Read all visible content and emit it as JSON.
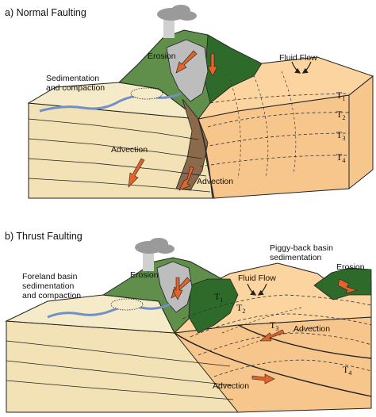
{
  "colors": {
    "sediment": "#f6ebc9",
    "sediment_side": "#f2e2b6",
    "basin": "#fbd4a0",
    "basin_side": "#f7c68d",
    "green_dark": "#2e6b2a",
    "green_mid": "#5f8f4a",
    "rock_gray": "#bdbdbd",
    "brown": "#8a6a4a",
    "river": "#6f90c8",
    "arrow": "#e4632b",
    "cloud": "#9a9a9a",
    "line": "#222222"
  },
  "panel_a": {
    "title": "a)  Normal Faulting",
    "label_erosion": "Erosion",
    "label_fluid_flow": "Fluid Flow",
    "label_sedimentation_1": "Sedimentation",
    "label_sedimentation_2": "and compaction",
    "label_advection_left": "Advection",
    "label_advection_right": "Advection",
    "isotherms": [
      {
        "letter": "T",
        "sub": "1"
      },
      {
        "letter": "T",
        "sub": "2"
      },
      {
        "letter": "T",
        "sub": "3"
      },
      {
        "letter": "T",
        "sub": "4"
      }
    ]
  },
  "panel_b": {
    "title": "b)  Thrust Faulting",
    "label_piggyback_1": "Piggy-back basin",
    "label_piggyback_2": "sedimentation",
    "label_erosion_left": "Erosion",
    "label_erosion_right": "Erosion",
    "label_fluid_flow": "Fluid Flow",
    "label_foreland_1": "Foreland basin",
    "label_foreland_2": "sedimentation",
    "label_foreland_3": "and compaction",
    "label_advection_mid": "Advection",
    "label_advection_low": "Advection",
    "isotherms": [
      {
        "letter": "T",
        "sub": "1"
      },
      {
        "letter": "T",
        "sub": "2"
      },
      {
        "letter": "T",
        "sub": "3"
      },
      {
        "letter": "T",
        "sub": "4"
      }
    ]
  }
}
